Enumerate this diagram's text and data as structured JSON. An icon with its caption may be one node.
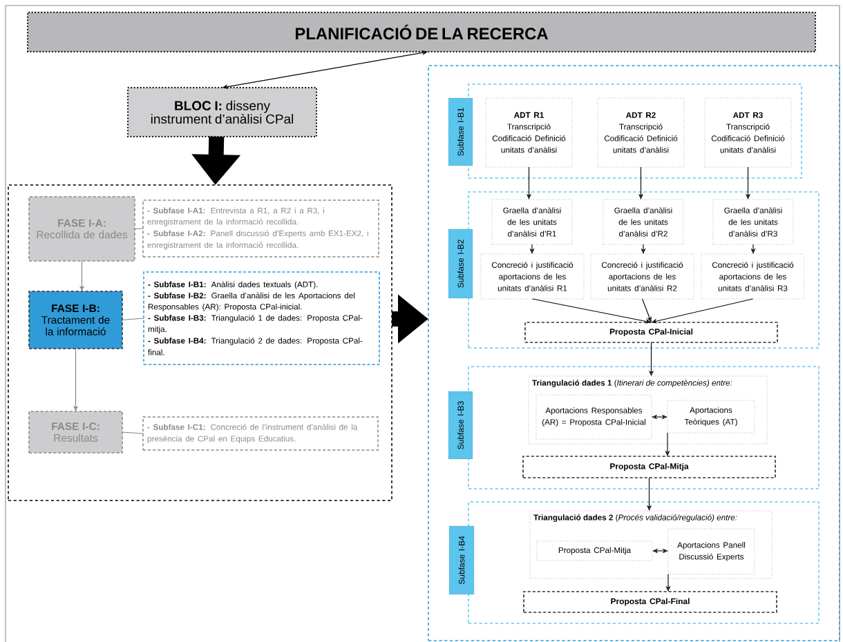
{
  "diagram": {
    "nodes": [
      {
        "text": [
          "PLANIFICACIÓ DE LA RECERCA"
        ]
      },
      {
        "text": [
          "**BLOC I:** disseny instrument d’anàlisi CPal"
        ]
      },
      {
        "text": [],
        "shape": "box"
      },
      {
        "text": [
          "FASE I-A:",
          "Recollida de dades"
        ],
        "in": 2
      },
      {
        "text": [
          "**- Subfase I-A1:** Entrevista a R1, a R2 i a R3, i enregistrament de la informació recollida.",
          "**- Subfase I-A2:** Panell discussió d’Experts amb EX1-EX2, i enregistrament de la informació recollida."
        ],
        "in": 2
      },
      {
        "text": [
          "FASE I-B:",
          "Tractament de la informació"
        ],
        "in": 2
      },
      {
        "text": [
          "**- Subfase I-B1:** Anàlisi dades textuals (ADT).",
          "**- Subfase I-B2:** Graella d’anàlisi de les Aportacions del Responsables (AR): Proposta CPal-inicial.",
          "**- Subfase I-B3:** Triangulació 1 de dades: Proposta CPal-mitja.",
          "**- Subfase I-B4:** Triangulació 2 de dades: Proposta CPal-final."
        ],
        "in": 2
      },
      {
        "text": [
          "FASE I-C:",
          "Resultats"
        ],
        "in": 2
      },
      {
        "text": [
          "**- Subfase I-C1:** Concreció de l’instrument d’anàlisi de la presència de CPal en Equips Educatius."
        ],
        "in": 2
      },
      {
        "text": [],
        "shape": "box"
      },
      {
        "text": [],
        "shape": "box",
        "in": 9
      },
      {
        "text": [
          "Subfase I-B1"
        ],
        "in": 9
      },
      {
        "text": [
          "ADT R1",
          "Transcripció Codificació Definició unitats d’anàlisi"
        ],
        "in": 10
      },
      {
        "text": [
          "ADT R2",
          "Transcripció Codificació Definició unitats d’anàlisi"
        ],
        "in": 10
      },
      {
        "text": [
          "ADT R3",
          "Transcripció Codificació Definició unitats d’anàlisi"
        ],
        "in": 10
      },
      {
        "text": [],
        "shape": "box",
        "in": 9
      },
      {
        "text": [
          "Subfase I-B2"
        ],
        "in": 9
      },
      {
        "text": [
          "Graella d’anàlisi de les unitats d’anàlisi d’R1"
        ],
        "in": 15
      },
      {
        "text": [
          "Graella d’anàlisi de les unitats d’anàlisi d’R2"
        ],
        "in": 15
      },
      {
        "text": [
          "Graella d’anàlisi de les unitats d’anàlisi d’R3"
        ],
        "in": 15
      },
      {
        "text": [
          "Concreció i justificació aportacions de les unitats d’anàlisi R1"
        ],
        "in": 15
      },
      {
        "text": [
          "Concreció i justificació aportacions de les unitats d’anàlisi R2"
        ],
        "in": 15
      },
      {
        "text": [
          "Concreció i justificació aportacions de les unitats d’anàlisi R3"
        ],
        "in": 15
      },
      {
        "text": [
          "Proposta CPal-Inicial"
        ],
        "in": 15
      },
      {
        "text": [],
        "shape": "box",
        "in": 9
      },
      {
        "text": [
          "Subfase I-B3"
        ],
        "in": 9
      },
      {
        "text": [
          "**Triangulació dades 1** (*Itinerari de competències) entre:*"
        ],
        "in": 24
      },
      {
        "text": [
          "Aportacions Responsables (AR) = Proposta CPal-Inicial"
        ],
        "in": 26
      },
      {
        "text": [
          "Aportacions Teòriques (AT)"
        ],
        "in": 26
      },
      {
        "text": [
          "Proposta CPal-Mitja"
        ],
        "in": 24
      },
      {
        "text": [],
        "shape": "box",
        "in": 9
      },
      {
        "text": [
          "Subfase I-B4"
        ],
        "in": 9
      },
      {
        "text": [
          "**Triangulació dades 2** (*Procés validació/regulació) entre:*"
        ],
        "in": 30
      },
      {
        "text": [
          "Proposta CPal-Mitja"
        ],
        "in": 32
      },
      {
        "text": [
          "Aportacions Panell Discussió Experts"
        ],
        "in": 32
      },
      {
        "text": [
          "Proposta CPal-Final"
        ],
        "in": 30
      }
    ],
    "edges": [
      {
        "from": 1,
        "to": 0,
        "arrow": "both"
      },
      {
        "from": 1,
        "to": 2,
        "arrow": "to",
        "style": "thick"
      },
      {
        "from": 2,
        "to": 9,
        "arrow": "to",
        "style": "thick"
      },
      {
        "from": 3,
        "to": 4,
        "arrow": "none",
        "color": "#808080"
      },
      {
        "from": 3,
        "to": 5,
        "arrow": "to",
        "color": "#808080"
      },
      {
        "from": 5,
        "to": 6,
        "arrow": "none",
        "color": "#808080"
      },
      {
        "from": 5,
        "to": 7,
        "arrow": "to",
        "color": "#808080"
      },
      {
        "from": 7,
        "to": 8,
        "arrow": "none",
        "color": "#808080"
      },
      {
        "from": 12,
        "to": 17,
        "arrow": "to"
      },
      {
        "from": 13,
        "to": 18,
        "arrow": "to"
      },
      {
        "from": 14,
        "to": 19,
        "arrow": "to"
      },
      {
        "from": 17,
        "to": 20,
        "arrow": "to"
      },
      {
        "from": 18,
        "to": 21,
        "arrow": "to"
      },
      {
        "from": 19,
        "to": 22,
        "arrow": "to"
      },
      {
        "from": 20,
        "to": 23,
        "arrow": "to"
      },
      {
        "from": 21,
        "to": 23,
        "arrow": "to"
      },
      {
        "from": 22,
        "to": 23,
        "arrow": "to"
      },
      {
        "from": 23,
        "to": 26,
        "arrow": "to"
      },
      {
        "from": 27,
        "to": 28,
        "arrow": "both"
      },
      {
        "from": 28,
        "to": 29,
        "arrow": "to"
      },
      {
        "from": 29,
        "to": 32,
        "arrow": "to"
      },
      {
        "from": 33,
        "to": 34,
        "arrow": "both"
      },
      {
        "from": 34,
        "to": 35,
        "arrow": "to"
      }
    ]
  }
}
